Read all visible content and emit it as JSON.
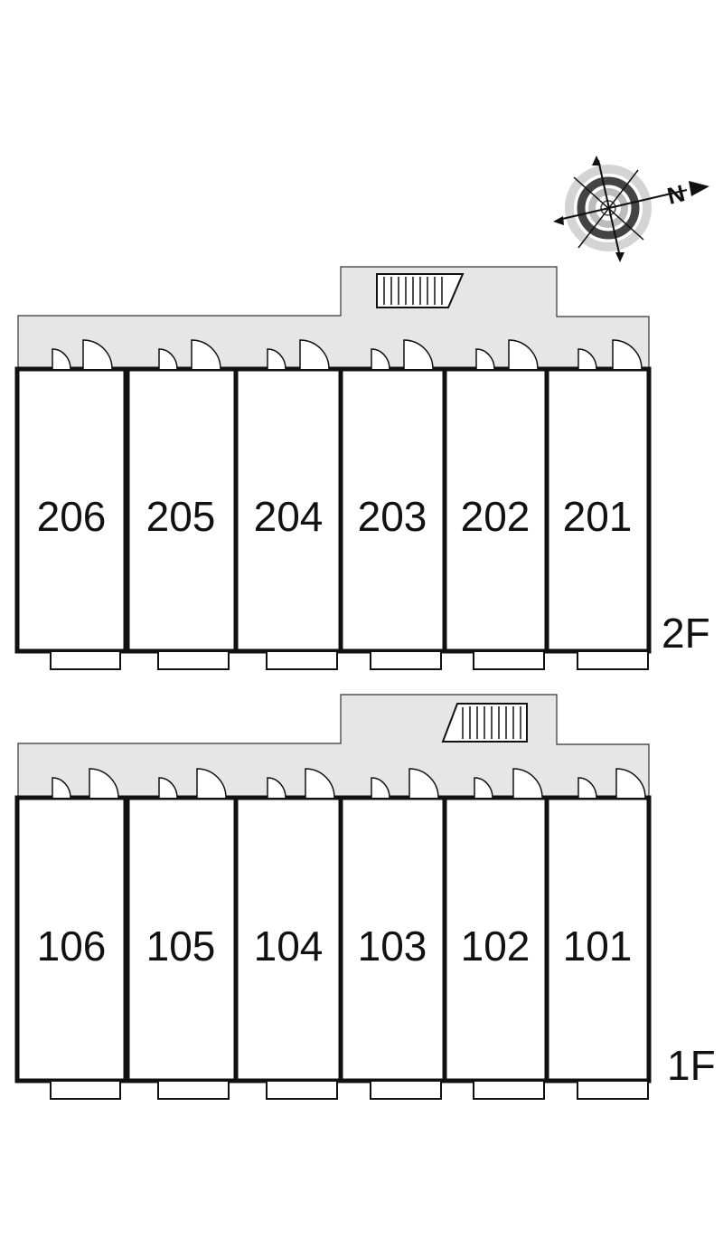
{
  "floors": [
    {
      "label": "2F",
      "units": [
        "206",
        "205",
        "204",
        "203",
        "202",
        "201"
      ]
    },
    {
      "label": "1F",
      "units": [
        "106",
        "105",
        "104",
        "103",
        "102",
        "101"
      ]
    }
  ],
  "compass": {
    "north_label": "N"
  },
  "colors": {
    "corridor": "#e6e6e6",
    "wall": "#111111",
    "line": "#222222"
  }
}
